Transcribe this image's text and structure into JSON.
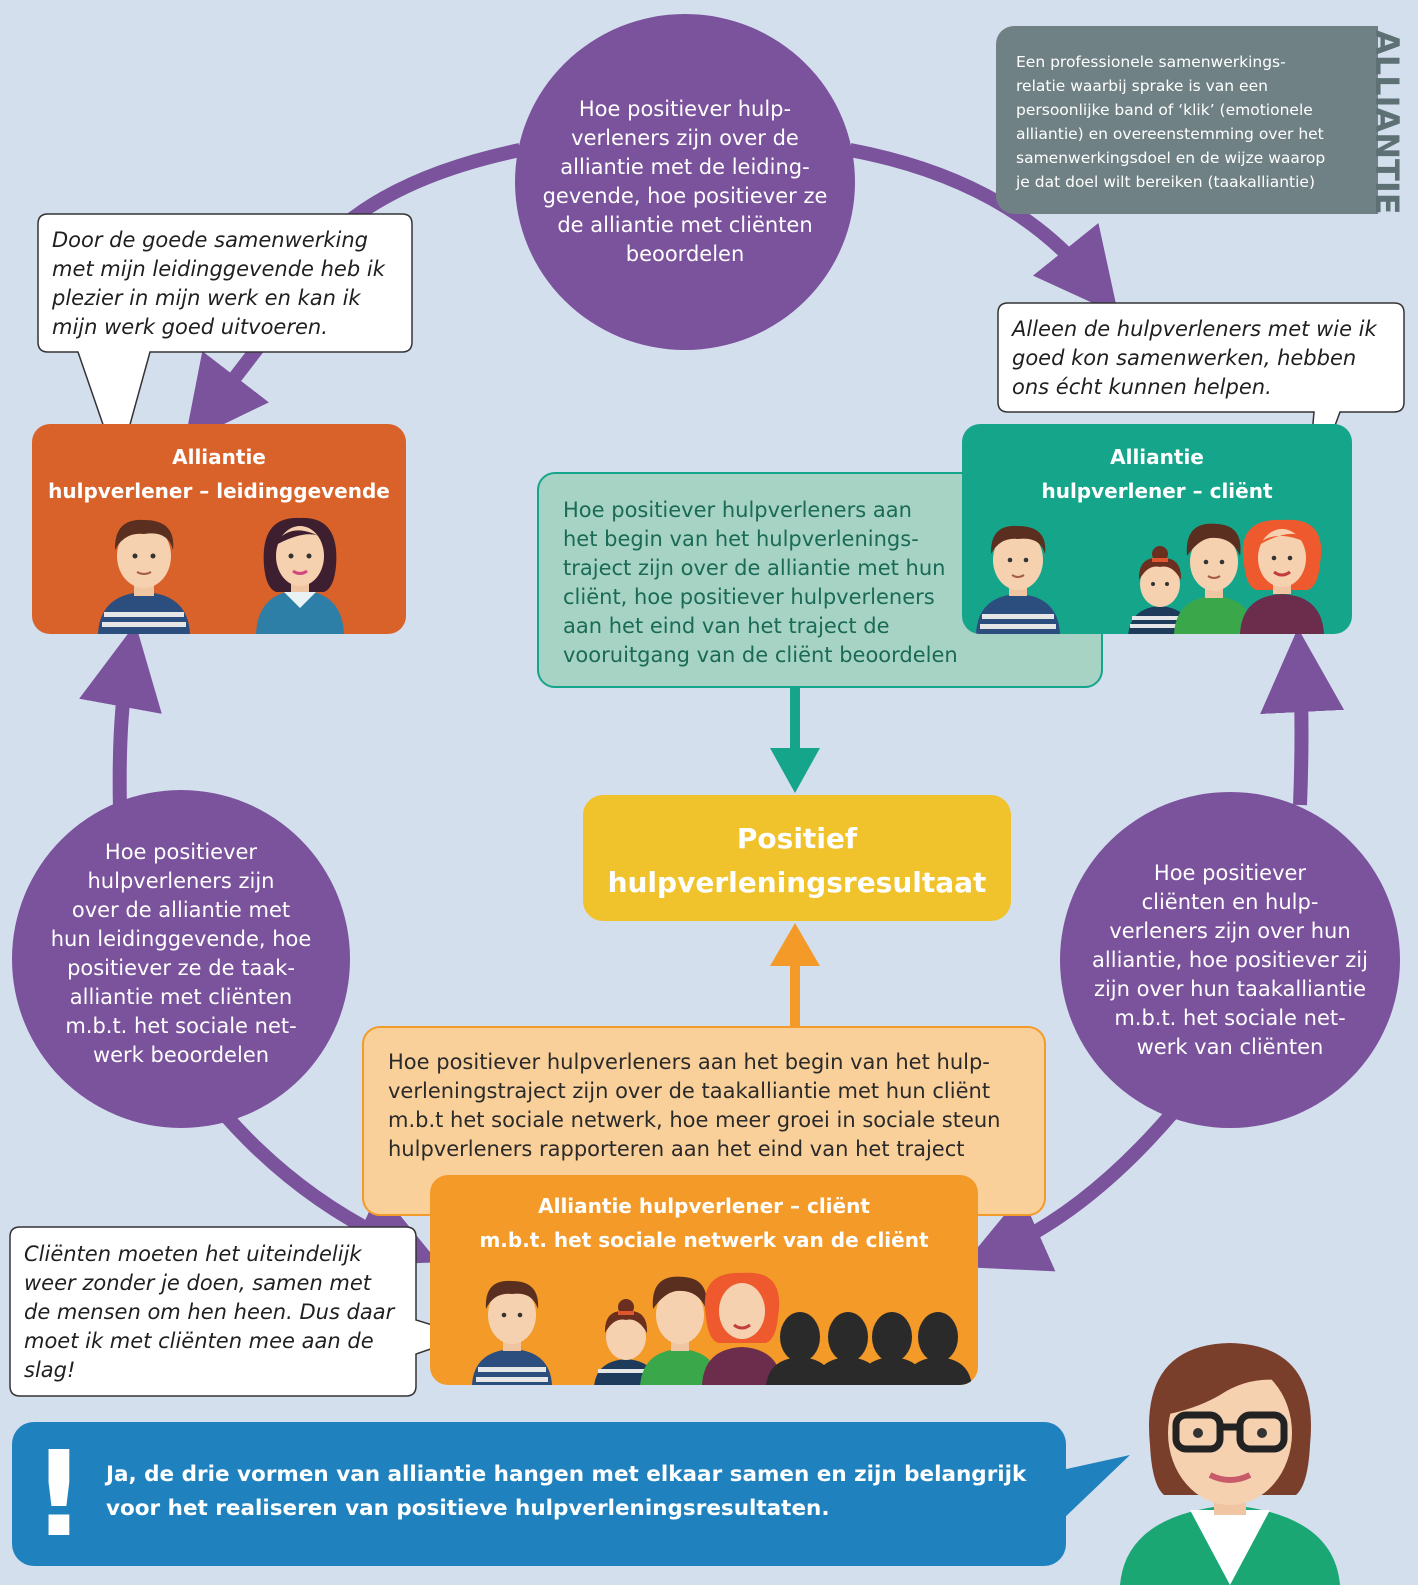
{
  "colors": {
    "background": "#d4dfee",
    "purple": "#7b529c",
    "orange_box": "#d9612a",
    "teal_box": "#14a58b",
    "teal_light": "#a6d3c4",
    "yellow": "#f0c22c",
    "orange_result": "#f39a28",
    "orange_light": "#fad09a",
    "grey_def": "#6f8184",
    "blue_banner": "#1f82bf"
  },
  "definition": {
    "label": "ALLIANTIE",
    "lines": [
      "Een professionele samenwerkings-",
      "relatie waarbij sprake is van een",
      "persoonlijke band of ‘klik’ (emotionele",
      "alliantie) en overeenstemming over het",
      "samenwerkingsdoel en de wijze waarop",
      "je dat doel wilt bereiken (taakalliantie)"
    ]
  },
  "circles": {
    "top": [
      "Hoe positiever hulp-",
      "verleners zijn over de",
      "alliantie met de leiding-",
      "gevende, hoe positiever ze",
      "de alliantie met cliënten",
      "beoordelen"
    ],
    "left": [
      "Hoe positiever",
      "hulpverleners zijn",
      "over de alliantie met",
      "hun leidinggevende, hoe",
      "positiever ze de taak-",
      "alliantie met cliënten",
      "m.b.t. het sociale net-",
      "werk beoordelen"
    ],
    "right": [
      "Hoe positiever",
      "cliënten en hulp-",
      "verleners zijn over hun",
      "alliantie, hoe positiever zij",
      "zijn over hun taakalliantie",
      "m.b.t. het sociale net-",
      "werk van cliënten"
    ]
  },
  "quotes": {
    "manager": [
      "Door de goede samenwerking",
      "met mijn leidinggevende heb ik",
      "plezier in mijn werk en kan ik",
      "mijn werk goed uitvoeren."
    ],
    "client": [
      "Alleen de hulpverleners met wie ik",
      "goed kon samenwerken, hebben",
      "ons écht kunnen helpen."
    ],
    "network": [
      "Cliënten moeten het uiteindelijk",
      "weer zonder je doen, samen met",
      "de mensen om hen heen. Dus daar",
      "moet ik met cliënten mee aan de",
      "slag!"
    ]
  },
  "boxes": {
    "manager": {
      "title_line1": "Alliantie",
      "title_line2": "hulpverlener – leidinggevende"
    },
    "client": {
      "title_line1": "Alliantie",
      "title_line2": "hulpverlener – cliënt"
    },
    "network": {
      "title_line1": "Alliantie hulpverlener – cliënt",
      "title_line2": "m.b.t. het sociale netwerk van de cliënt"
    }
  },
  "findings": {
    "client": [
      "Hoe positiever hulpverleners aan",
      "het begin van het hulpverlenings-",
      "traject zijn over de alliantie met hun",
      "cliënt, hoe positiever hulpverleners",
      "aan het eind van het traject de",
      "vooruitgang van de cliënt beoordelen"
    ],
    "network": [
      "Hoe positiever hulpverleners aan het begin van het hulp-",
      "verleningstraject zijn over de taakalliantie met hun cliënt",
      "m.b.t het sociale netwerk, hoe meer groei in sociale steun",
      "hulpverleners rapporteren aan het eind van het traject"
    ]
  },
  "result": {
    "line1": "Positief",
    "line2": "hulpverleningsresultaat"
  },
  "banner": {
    "exclamation": "!",
    "line1": "Ja, de drie vormen van alliantie hangen met elkaar samen en zijn belangrijk",
    "line2": "voor het realiseren van positieve hulpverleningsresultaten."
  }
}
